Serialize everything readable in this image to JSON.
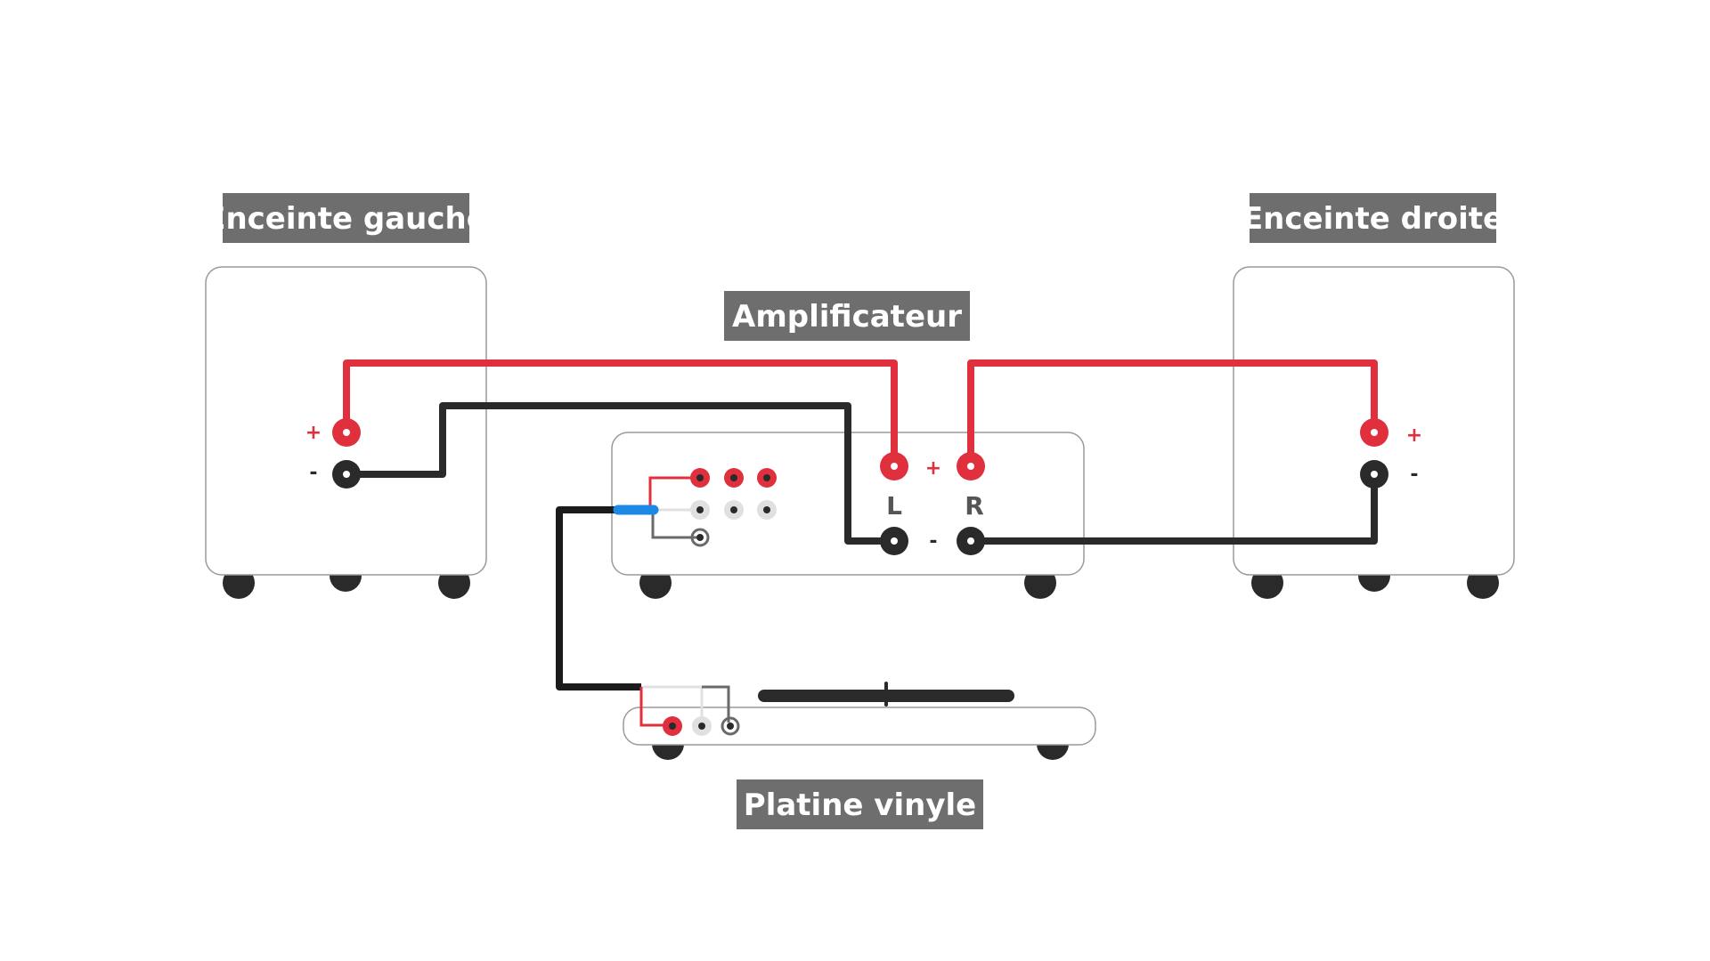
{
  "labels": {
    "left_speaker": "Enceinte gauche",
    "right_speaker": "Enceinte droite",
    "amplifier": "Amplificateur",
    "turntable": "Platine vinyle"
  },
  "terminals": {
    "plus": "+",
    "minus": "-",
    "left_channel": "L",
    "right_channel": "R"
  },
  "colors": {
    "positive_wire": "#e0303e",
    "negative_wire": "#2a2a2a",
    "connector_plug": "#1e88e5",
    "label_background": "#6e6e6e",
    "outline": "#9a9a9a",
    "foot": "#2a2a2a",
    "white_rca": "#e0e0e0",
    "ground_wire": "#6a6a6a"
  }
}
